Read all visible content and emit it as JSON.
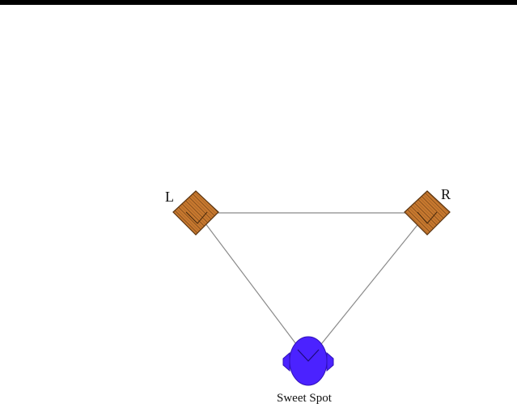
{
  "diagram": {
    "left_speaker_label": "L",
    "right_speaker_label": "R",
    "listener_label": "Sweet Spot"
  },
  "colors": {
    "top_bar": "#000000",
    "background": "#ffffff",
    "speaker_wood": "#c97a2f",
    "speaker_grain": "#7a4518",
    "listener": "#4b22ff",
    "listener_outline": "#2f10b8",
    "sight_lines": "#8a8a8a"
  },
  "icons": {
    "left_speaker": "speaker-icon",
    "right_speaker": "speaker-icon",
    "listener": "listener-head-icon"
  }
}
